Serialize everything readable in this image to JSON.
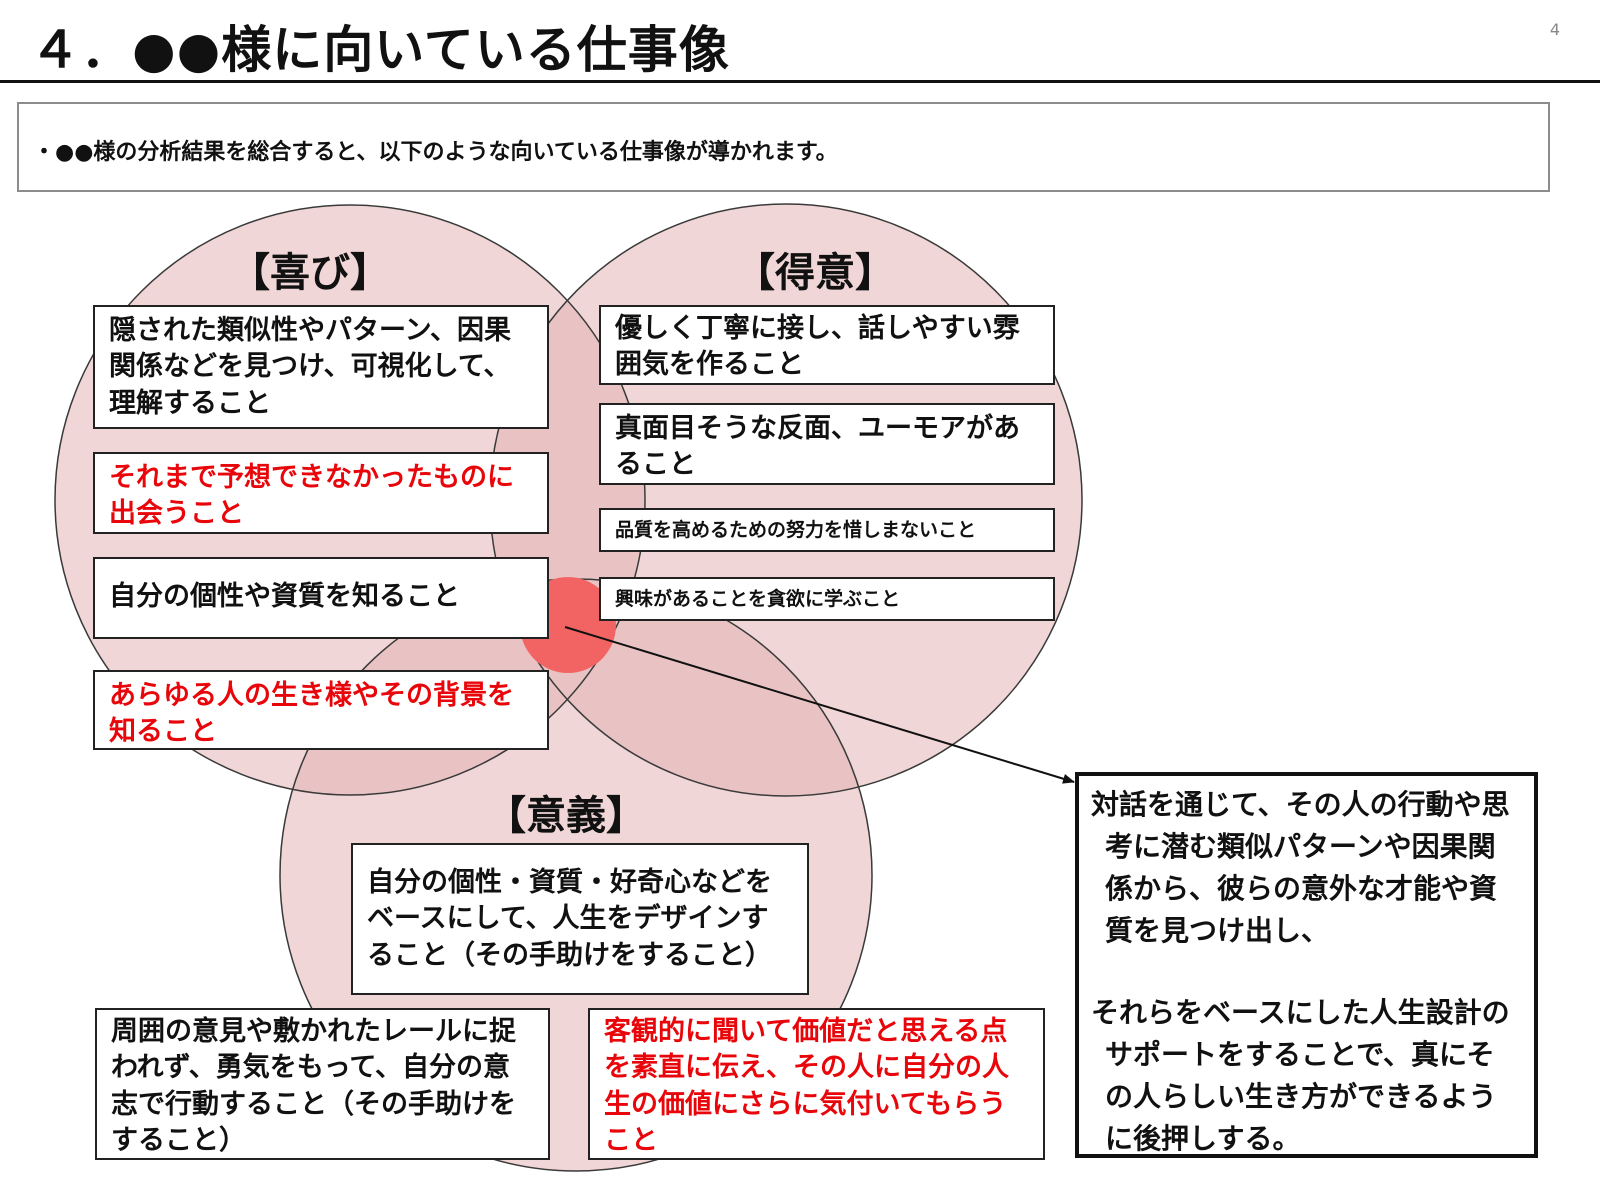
{
  "slide": {
    "title": "４．●●様に向いている仕事像",
    "page_number": "4",
    "intro": "・●●様の分析結果を総合すると、以下のような向いている仕事像が導かれます。"
  },
  "colors": {
    "circle_fill": "#f0d6d6",
    "overlap_fill": "#e9c3c3",
    "center_dot": "#f26464",
    "highlight_text": "#e8060a",
    "border": "#222222"
  },
  "circles": {
    "joy": {
      "label": "【喜び】",
      "items": [
        {
          "text": "隠された類似性やパターン、因果関係などを見つけ、可視化して、理解すること",
          "highlight": false
        },
        {
          "text": "それまで予想できなかったものに出会うこと",
          "highlight": true
        },
        {
          "text": "自分の個性や資質を知ること",
          "highlight": false
        },
        {
          "text": "あらゆる人の生き様やその背景を知ること",
          "highlight": true
        }
      ]
    },
    "strength": {
      "label": "【得意】",
      "items": [
        {
          "text": "優しく丁寧に接し、話しやすい雰囲気を作ること",
          "highlight": false
        },
        {
          "text": "真面目そうな反面、ユーモアがあること",
          "highlight": false
        },
        {
          "text": "品質を高めるための努力を惜しまないこと",
          "highlight": false
        },
        {
          "text": "興味があることを貪欲に学ぶこと",
          "highlight": false
        }
      ]
    },
    "meaning": {
      "label": "【意義】",
      "items": [
        {
          "text": "自分の個性・資質・好奇心などをベースにして、人生をデザインすること（その手助けをすること）",
          "highlight": false
        },
        {
          "text": "周囲の意見や敷かれたレールに捉われず、勇気をもって、自分の意志で行動すること（その手助けをすること）",
          "highlight": false
        },
        {
          "text": "客観的に聞いて価値だと思える点を素直に伝え、その人に自分の人生の価値にさらに気付いてもらうこと",
          "highlight": true
        }
      ]
    }
  },
  "summary": {
    "paragraphs": [
      "対話を通じて、その人の行動や思考に潜む類似パターンや因果関係から、彼らの意外な才能や資質を見つけ出し、",
      "それらをベースにした人生設計のサポートをすることで、真にその人らしい生き方ができるように後押しする。"
    ]
  }
}
